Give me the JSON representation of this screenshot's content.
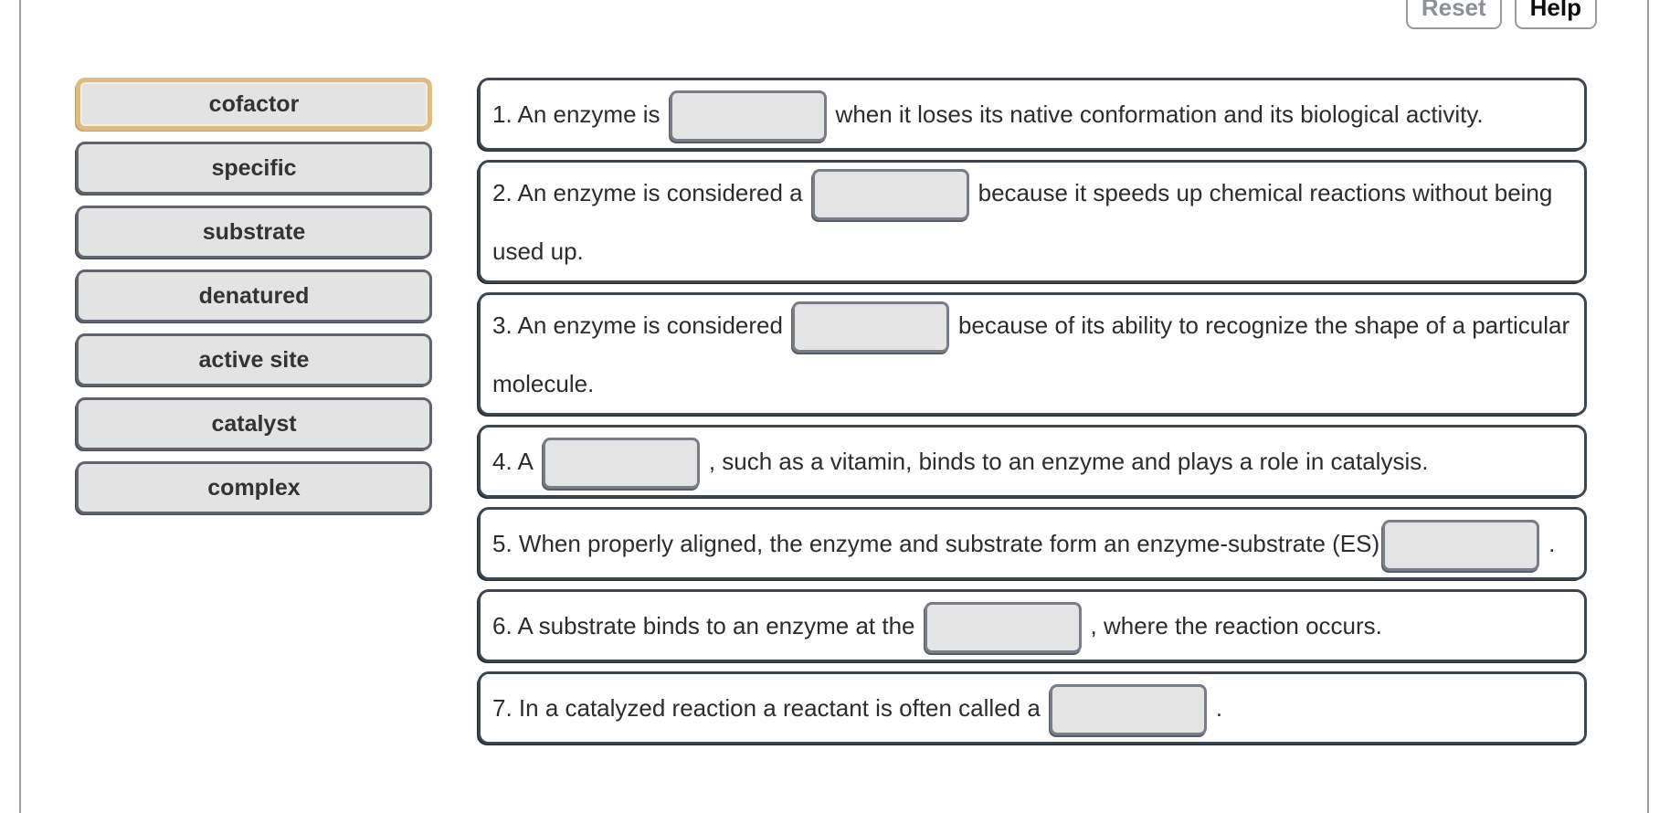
{
  "toolbar": {
    "reset_label": "Reset",
    "help_label": "Help"
  },
  "word_bank": {
    "items": [
      {
        "label": "cofactor",
        "selected": true
      },
      {
        "label": "specific",
        "selected": false
      },
      {
        "label": "substrate",
        "selected": false
      },
      {
        "label": "denatured",
        "selected": false
      },
      {
        "label": "active site",
        "selected": false
      },
      {
        "label": "catalyst",
        "selected": false
      },
      {
        "label": "complex",
        "selected": false
      }
    ]
  },
  "questions": [
    {
      "number": 1,
      "before": "1. An enzyme is",
      "blank_value": "",
      "after": "when it loses its native conformation and its biological activity."
    },
    {
      "number": 2,
      "before": "2. An enzyme is considered a",
      "blank_value": "",
      "after": "because it speeds up chemical reactions without being used up."
    },
    {
      "number": 3,
      "before": "3. An enzyme is considered",
      "blank_value": "",
      "after": "because of its ability to recognize the shape of a particular molecule."
    },
    {
      "number": 4,
      "before": "4. A",
      "blank_value": "",
      "after": ", such as a vitamin, binds to an enzyme and plays a role in catalysis."
    },
    {
      "number": 5,
      "before": "5. When properly aligned, the enzyme and substrate form an enzyme-substrate (ES)",
      "blank_value": "",
      "after": "."
    },
    {
      "number": 6,
      "before": "6. A substrate binds to an enzyme at the",
      "blank_value": "",
      "after": ", where the reaction occurs."
    },
    {
      "number": 7,
      "before": "7. In a catalyzed reaction a reactant is often called a",
      "blank_value": "",
      "after": "."
    }
  ],
  "colors": {
    "selected_outline": "#DDBB85",
    "word_button_fill": "#E3E3E3",
    "word_button_border": "#5F6470",
    "question_border": "#3D454F",
    "blank_fill": "#E4E4E4",
    "blank_border": "#797D87",
    "frame_line": "#9F9F9F",
    "reset_text": "#8D9196",
    "help_text": "#0B0D0E"
  }
}
